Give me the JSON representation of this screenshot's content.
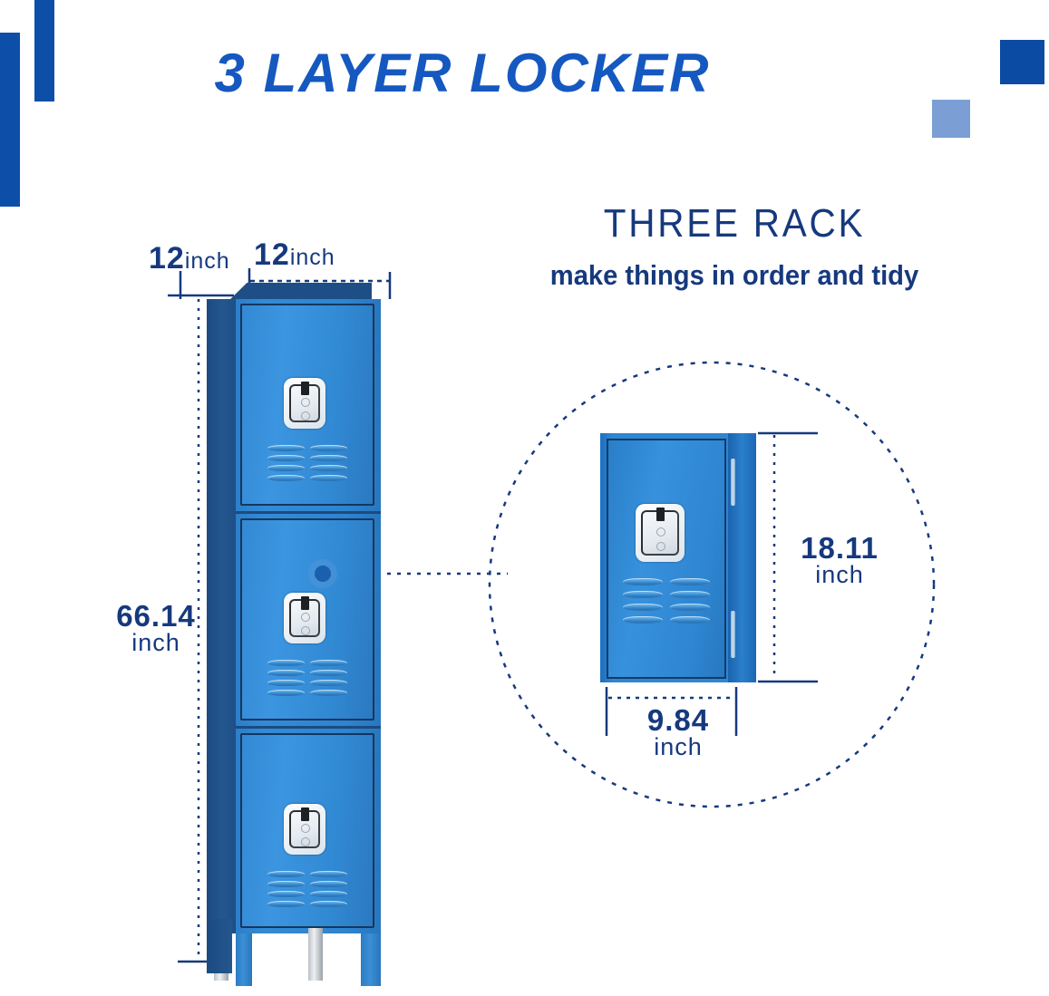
{
  "header": {
    "title": "3 LAYER LOCKER",
    "subhead": "THREE RACK",
    "subtext": "make things in order and tidy"
  },
  "colors": {
    "brand_blue": "#1558C0",
    "navy_text": "#16397E",
    "deco_block": "#0D4FA8",
    "deco_square_dark": "#0B4BA3",
    "deco_square_light": "#7B9FD4",
    "locker_front": "#3389D4",
    "locker_side": "#1E4E86",
    "latch_chrome": "#EEF3F7"
  },
  "dimensions": {
    "depth": {
      "number": "12",
      "unit": "inch"
    },
    "width": {
      "number": "12",
      "unit": "inch"
    },
    "height": {
      "number": "66.14",
      "unit": "inch"
    },
    "compartment_height": {
      "number": "18.11",
      "unit": "inch"
    },
    "compartment_width": {
      "number": "9.84",
      "unit": "inch"
    }
  },
  "product": {
    "tiers": 3,
    "vent_rows": 4,
    "vent_columns": 2,
    "legs": 2
  },
  "chart_data": {
    "type": "table",
    "title": "3 LAYER LOCKER dimensions",
    "categories": [
      "Overall depth",
      "Overall width",
      "Overall height",
      "Compartment height",
      "Compartment width"
    ],
    "values": [
      12,
      12,
      66.14,
      18.11,
      9.84
    ],
    "unit": "inch"
  }
}
